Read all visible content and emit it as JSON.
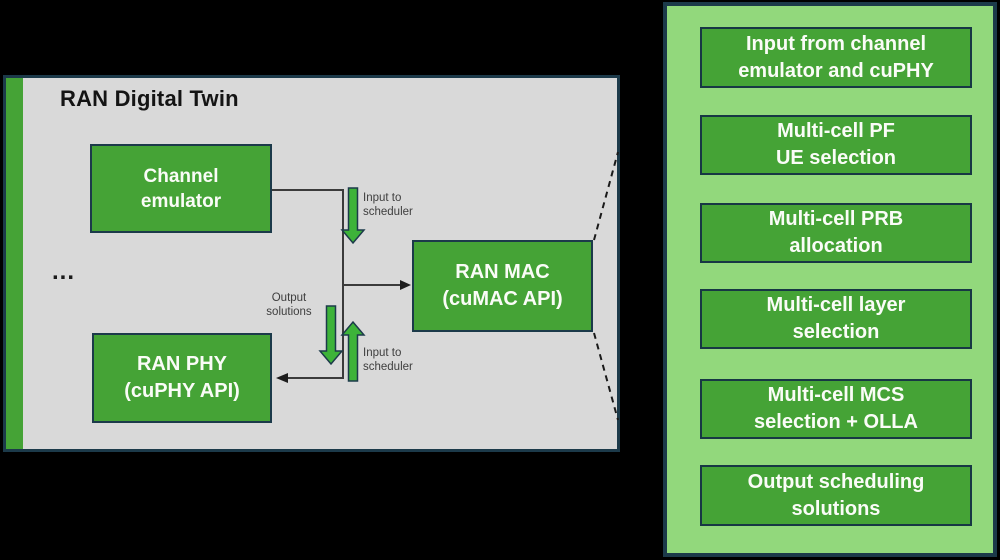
{
  "diagram": {
    "title": "RAN Digital Twin",
    "ellipsis": "...",
    "boxes": {
      "channel_emulator": {
        "line1": "Channel",
        "line2": "emulator"
      },
      "ran_mac": {
        "line1": "RAN MAC",
        "line2": "(cuMAC API)"
      },
      "ran_phy": {
        "line1": "RAN PHY",
        "line2": "(cuPHY API)"
      }
    },
    "labels": {
      "input_top": {
        "line1": "Input to",
        "line2": "scheduler"
      },
      "output": {
        "line1": "Output",
        "line2": "solutions"
      },
      "input_bottom": {
        "line1": "Input to",
        "line2": "scheduler"
      }
    }
  },
  "flowchart": {
    "steps": [
      {
        "line1": "Input from channel",
        "line2": "emulator and cuPHY"
      },
      {
        "line1": "Multi-cell PF",
        "line2": "UE selection"
      },
      {
        "line1": "Multi-cell PRB",
        "line2": "allocation"
      },
      {
        "line1": "Multi-cell layer",
        "line2": "selection"
      },
      {
        "line1": "Multi-cell MCS",
        "line2": "selection + OLLA"
      },
      {
        "line1": "Output scheduling",
        "line2": "solutions"
      }
    ]
  },
  "colors": {
    "background": "#000000",
    "panel_fill": "#d9d9d9",
    "panel_border": "#1c3a4a",
    "box_green": "#45a336",
    "flow_panel_fill": "#92d87c",
    "arrow_green": "#3db339",
    "box_text": "#fafcf7",
    "connector_gray": "#3b3b3b"
  }
}
